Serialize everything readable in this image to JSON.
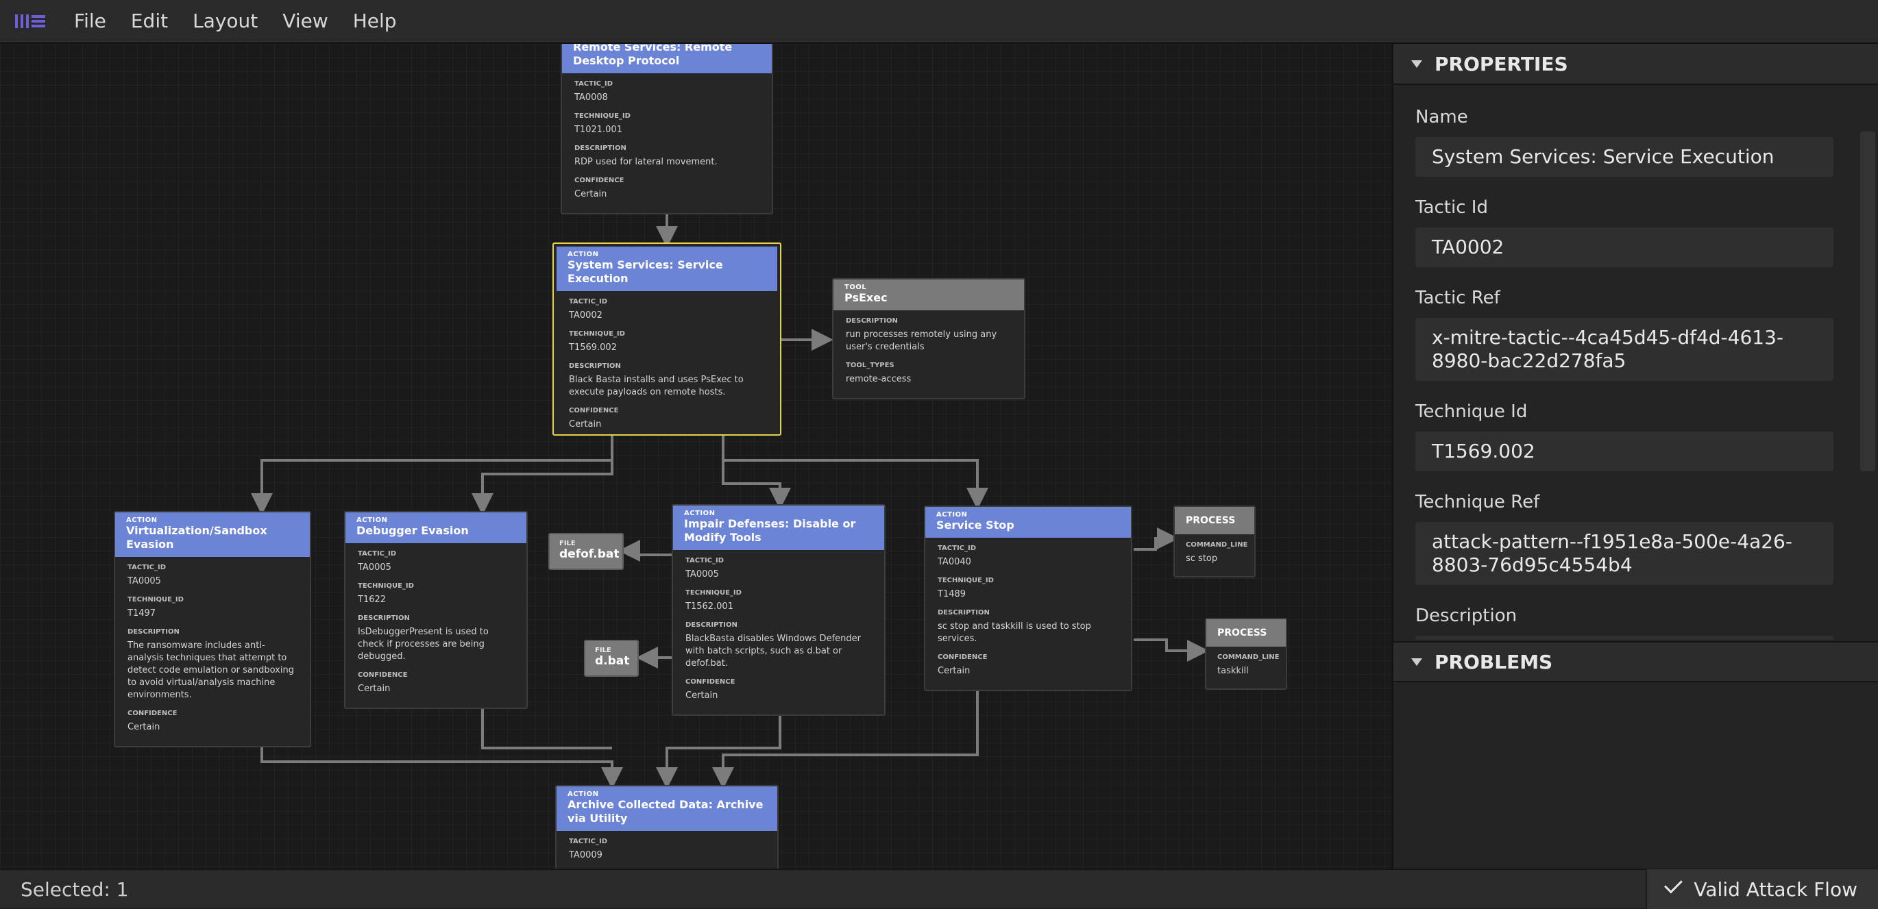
{
  "menu": {
    "items": [
      "File",
      "Edit",
      "Layout",
      "View",
      "Help"
    ]
  },
  "canvas": {
    "nodes": {
      "rdp": {
        "kind": "ACTION",
        "title": "Remote Services: Remote Desktop Protocol",
        "fields": [
          {
            "k": "TACTIC_ID",
            "v": "TA0008"
          },
          {
            "k": "TECHNIQUE_ID",
            "v": "T1021.001"
          },
          {
            "k": "DESCRIPTION",
            "v": "RDP used for lateral movement."
          },
          {
            "k": "CONFIDENCE",
            "v": "Certain"
          }
        ]
      },
      "svc": {
        "kind": "ACTION",
        "title": "System Services: Service Execution",
        "fields": [
          {
            "k": "TACTIC_ID",
            "v": "TA0002"
          },
          {
            "k": "TECHNIQUE_ID",
            "v": "T1569.002"
          },
          {
            "k": "DESCRIPTION",
            "v": "Black Basta installs and uses PsExec to execute payloads on remote hosts."
          },
          {
            "k": "CONFIDENCE",
            "v": "Certain"
          }
        ]
      },
      "psexec": {
        "kind": "TOOL",
        "title": "PsExec",
        "fields": [
          {
            "k": "DESCRIPTION",
            "v": "run processes remotely using any user's credentials"
          },
          {
            "k": "TOOL_TYPES",
            "v": "remote-access"
          }
        ]
      },
      "virt": {
        "kind": "ACTION",
        "title": "Virtualization/Sandbox Evasion",
        "fields": [
          {
            "k": "TACTIC_ID",
            "v": "TA0005"
          },
          {
            "k": "TECHNIQUE_ID",
            "v": "T1497"
          },
          {
            "k": "DESCRIPTION",
            "v": "The ransomware includes anti-analysis techniques that attempt to detect code emulation or sandboxing to avoid virtual/analysis machine environments."
          },
          {
            "k": "CONFIDENCE",
            "v": "Certain"
          }
        ]
      },
      "debug": {
        "kind": "ACTION",
        "title": "Debugger Evasion",
        "fields": [
          {
            "k": "TACTIC_ID",
            "v": "TA0005"
          },
          {
            "k": "TECHNIQUE_ID",
            "v": "T1622"
          },
          {
            "k": "DESCRIPTION",
            "v": "IsDebuggerPresent is used to check if processes are being debugged."
          },
          {
            "k": "CONFIDENCE",
            "v": "Certain"
          }
        ]
      },
      "impair": {
        "kind": "ACTION",
        "title": "Impair Defenses: Disable or Modify Tools",
        "fields": [
          {
            "k": "TACTIC_ID",
            "v": "TA0005"
          },
          {
            "k": "TECHNIQUE_ID",
            "v": "T1562.001"
          },
          {
            "k": "DESCRIPTION",
            "v": "BlackBasta disables Windows Defender with batch scripts, such as d.bat or defof.bat."
          },
          {
            "k": "CONFIDENCE",
            "v": "Certain"
          }
        ]
      },
      "stop": {
        "kind": "ACTION",
        "title": "Service Stop",
        "fields": [
          {
            "k": "TACTIC_ID",
            "v": "TA0040"
          },
          {
            "k": "TECHNIQUE_ID",
            "v": "T1489"
          },
          {
            "k": "DESCRIPTION",
            "v": "sc stop and taskkill is used to stop services."
          },
          {
            "k": "CONFIDENCE",
            "v": "Certain"
          }
        ]
      },
      "archive": {
        "kind": "ACTION",
        "title": "Archive Collected Data: Archive via Utility",
        "fields": [
          {
            "k": "TACTIC_ID",
            "v": "TA0009"
          }
        ]
      },
      "defof": {
        "kind": "FILE",
        "title": "defof.bat"
      },
      "dbat": {
        "kind": "FILE",
        "title": "d.bat"
      },
      "proc1": {
        "kind": "PROCESS",
        "fields": [
          {
            "k": "COMMAND_LINE",
            "v": "sc stop"
          }
        ]
      },
      "proc2": {
        "kind": "PROCESS",
        "fields": [
          {
            "k": "COMMAND_LINE",
            "v": "taskkill"
          }
        ]
      }
    }
  },
  "panel": {
    "properties_title": "PROPERTIES",
    "problems_title": "PROBLEMS",
    "props": [
      {
        "label": "Name",
        "value": "System Services: Service Execution"
      },
      {
        "label": "Tactic Id",
        "value": "TA0002"
      },
      {
        "label": "Tactic Ref",
        "value": "x-mitre-tactic--4ca45d45-df4d-4613-8980-bac22d278fa5"
      },
      {
        "label": "Technique Id",
        "value": "T1569.002"
      },
      {
        "label": "Technique Ref",
        "value": "attack-pattern--f1951e8a-500e-4a26-8803-76d95c4554b4"
      },
      {
        "label": "Description",
        "value": ""
      }
    ]
  },
  "status": {
    "selected": "Selected: 1",
    "validity": "Valid Attack Flow"
  },
  "colors": {
    "action_header": "#6c84d6",
    "tool_header": "#7a7a7a",
    "selection": "#e6d34d",
    "wire": "#7c7c7c"
  },
  "icons": {
    "logo": "attack-flow-logo-icon",
    "collapse": "triangle-down-icon",
    "valid": "check-icon"
  }
}
